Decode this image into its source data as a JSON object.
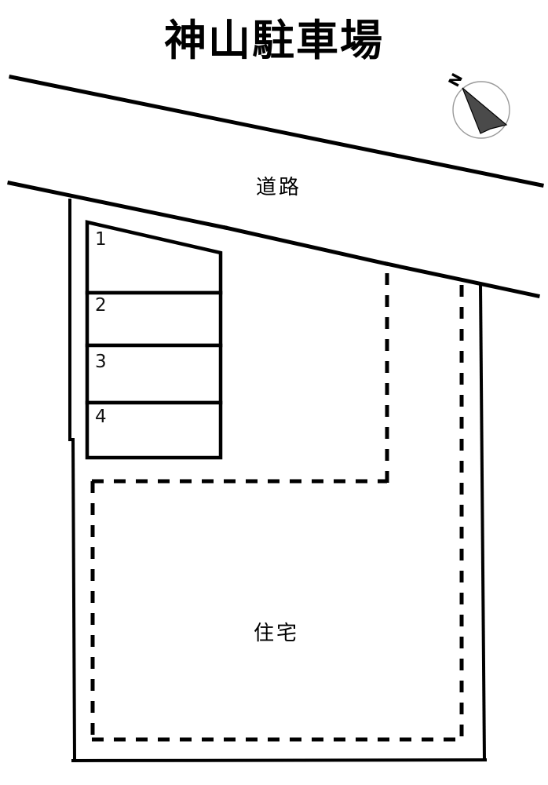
{
  "document": {
    "title": "神山駐車場",
    "type": "parking-site-map"
  },
  "labels": {
    "road": "道路",
    "residence": "住宅"
  },
  "compass": {
    "north_letter": "N"
  },
  "parking_stalls": [
    {
      "number": "1"
    },
    {
      "number": "2"
    },
    {
      "number": "3"
    },
    {
      "number": "4"
    }
  ],
  "colors": {
    "ink": "#000000",
    "paper": "#ffffff",
    "needle_fill": "#4a4a4a",
    "compass_ring": "#9a9a9a"
  }
}
